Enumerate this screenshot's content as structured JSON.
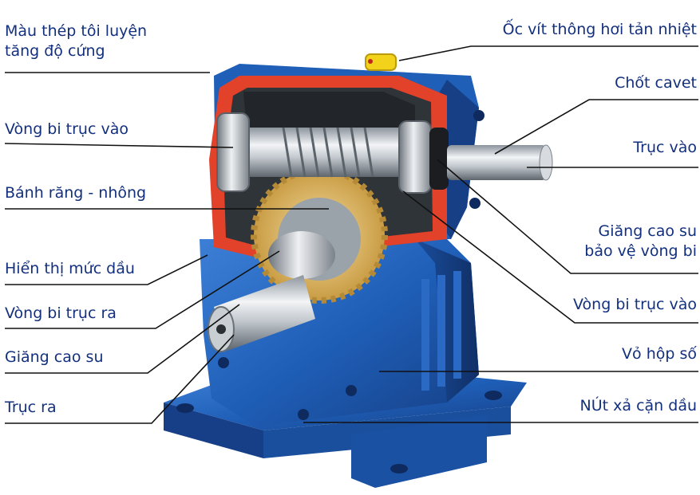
{
  "labels": {
    "left": [
      {
        "id": "hardened-steel",
        "lines": [
          "Màu thép tôi luyện",
          "tăng độ cứng"
        ]
      },
      {
        "id": "input-bearing-left",
        "lines": [
          "Vòng bi trục vào"
        ]
      },
      {
        "id": "worm-gear",
        "lines": [
          "Bánh răng - nhông"
        ]
      },
      {
        "id": "oil-level-indicator",
        "lines": [
          "Hiển thị mức dầu"
        ]
      },
      {
        "id": "output-bearing",
        "lines": [
          "Vòng bi trục ra"
        ]
      },
      {
        "id": "rubber-seal-left",
        "lines": [
          "Giăng cao su"
        ]
      },
      {
        "id": "output-shaft",
        "lines": [
          "Trục ra"
        ]
      }
    ],
    "right": [
      {
        "id": "vent-screw",
        "lines": [
          "Ốc vít thông hơi tản nhiệt"
        ]
      },
      {
        "id": "cotter-pin",
        "lines": [
          "Chốt cavet"
        ]
      },
      {
        "id": "input-shaft",
        "lines": [
          "Trục vào"
        ]
      },
      {
        "id": "bearing-seal",
        "lines": [
          "Giăng cao su",
          "bảo vệ vòng bi"
        ]
      },
      {
        "id": "input-bearing-right",
        "lines": [
          "Vòng bi trục vào"
        ]
      },
      {
        "id": "gearbox-housing",
        "lines": [
          "Vỏ hộp số"
        ]
      },
      {
        "id": "oil-drain-plug",
        "lines": [
          "NÚt xả cặn dầu"
        ]
      }
    ]
  },
  "colors": {
    "label_text": "#13307e",
    "housing_blue": "#1f5fb8",
    "cutaway_red": "#e2412a",
    "brass_gear": "#d8b25e",
    "steel": "#b9bfc6",
    "vent_yellow": "#f2d21b"
  }
}
